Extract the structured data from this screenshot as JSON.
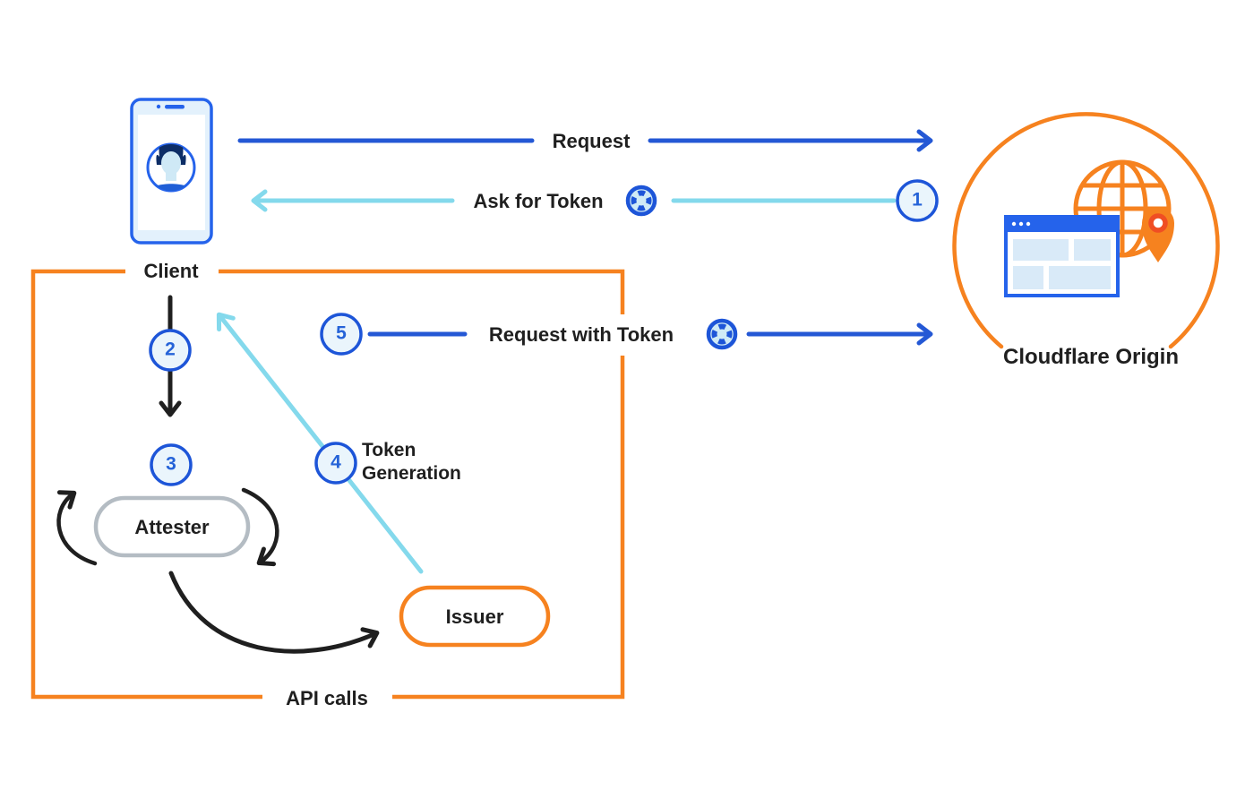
{
  "diagram": {
    "nodes": {
      "client": {
        "label": "Client"
      },
      "attester": {
        "label": "Attester"
      },
      "issuer": {
        "label": "Issuer"
      },
      "cloudflare_origin": {
        "label": "Cloudflare Origin"
      }
    },
    "edges": {
      "request": {
        "label": "Request"
      },
      "ask_for_token": {
        "label": "Ask for Token"
      },
      "request_with_token": {
        "label": "Request with Token"
      },
      "token_generation": {
        "label": "Token Generation"
      },
      "api_calls": {
        "label": "API calls"
      }
    },
    "steps": [
      "1",
      "2",
      "3",
      "4",
      "5"
    ],
    "icons": [
      "phone-icon",
      "user-avatar-icon",
      "token-icon",
      "globe-icon",
      "browser-window-icon",
      "location-pin-icon"
    ],
    "colors": {
      "orange": "#F6821F",
      "dark_blue": "#2458D5",
      "light_blue": "#84D9EC",
      "black": "#1F1F1F",
      "badge_fill": "#EAF5FC",
      "badge_border": "#1D55D8",
      "badge_number": "#2563D8",
      "attester_border": "#B4BCC3",
      "phone_blue": "#2563EB",
      "panel_light_blue": "#D9EAF8"
    }
  }
}
